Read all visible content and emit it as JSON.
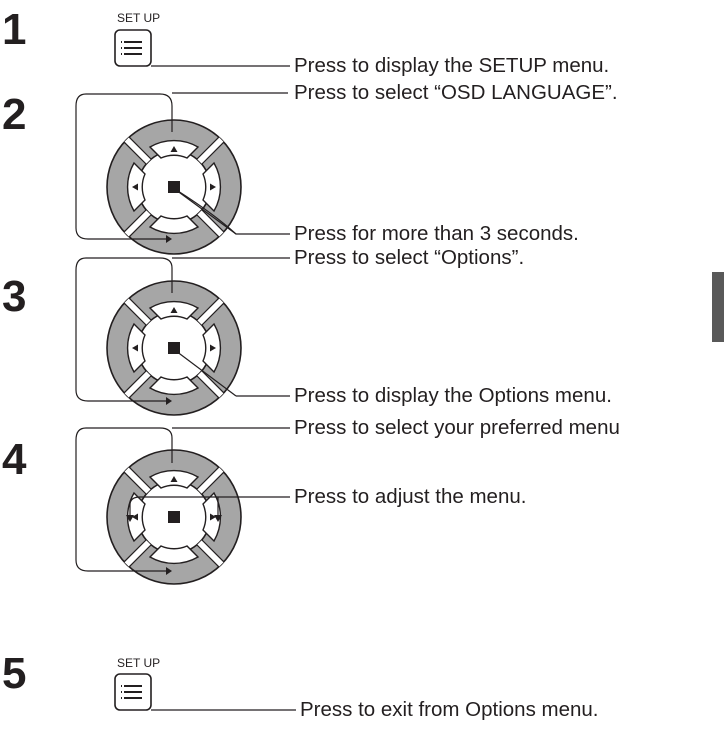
{
  "setup_label": "SET UP",
  "steps": [
    {
      "number": "1",
      "instructions": [
        "Press to display the SETUP menu."
      ]
    },
    {
      "number": "2",
      "instructions": [
        "Press to select “OSD LANGUAGE”.",
        "Press for more than 3 seconds."
      ]
    },
    {
      "number": "3",
      "instructions": [
        "Press to select “Options”.",
        "Press to display the Options menu."
      ]
    },
    {
      "number": "4",
      "instructions": [
        "Press to select your preferred menu",
        "Press to adjust the menu."
      ]
    },
    {
      "number": "5",
      "instructions": [
        "Press to exit from Options menu."
      ]
    }
  ],
  "colors": {
    "ring": "#a6a6a6",
    "text": "#231f20",
    "tab": "#595959"
  },
  "icons": [
    "setup-button-icon",
    "direction-pad-icon",
    "enter-square-icon"
  ]
}
